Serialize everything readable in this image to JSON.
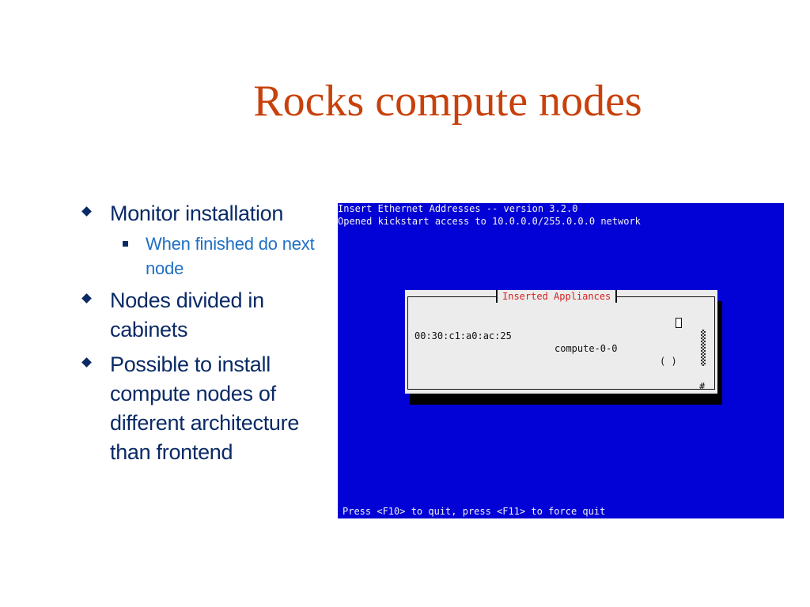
{
  "slide": {
    "title": "Rocks compute nodes"
  },
  "bullets": [
    {
      "text": "Monitor installation",
      "sub": [
        {
          "text": "When finished do next node"
        }
      ]
    },
    {
      "text": "Nodes divided in cabinets"
    },
    {
      "text": "Possible to install compute nodes of different architecture than frontend"
    }
  ],
  "terminal": {
    "header_line1": "Insert Ethernet Addresses -- version 3.2.0",
    "header_line2": "Opened kickstart access to 10.0.0.0/255.0.0.0 network",
    "dialog_title": "Inserted Appliances",
    "row": {
      "mac": "00:30:c1:a0:ac:25",
      "name": "compute-0-0",
      "toggle": "( )",
      "hash": "#"
    },
    "footer": "Press <F10> to quit, press <F11> to force quit"
  },
  "colors": {
    "title": "#c8410b",
    "bullet_text": "#0a2a66",
    "sub_text": "#1f6fc4",
    "terminal_bg": "#0202d6",
    "dialog_title": "#d42020"
  }
}
